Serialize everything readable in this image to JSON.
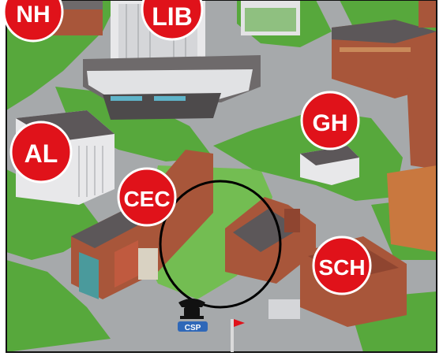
{
  "map": {
    "colors": {
      "lawn": "#57a83c",
      "lawn_light": "#73bd52",
      "path": "#a6a9ab",
      "badge": "#e0121a",
      "brick": "#a8563a",
      "highlight_ring": "#000000"
    },
    "markers": [
      {
        "id": "nh",
        "label": "NH"
      },
      {
        "id": "lib",
        "label": "LIB"
      },
      {
        "id": "al",
        "label": "AL"
      },
      {
        "id": "cec",
        "label": "CEC"
      },
      {
        "id": "gh",
        "label": "GH"
      },
      {
        "id": "sch",
        "label": "SCH"
      }
    ],
    "emergency_phone": {
      "icon": "telephone-icon",
      "caption": "CSP"
    }
  }
}
